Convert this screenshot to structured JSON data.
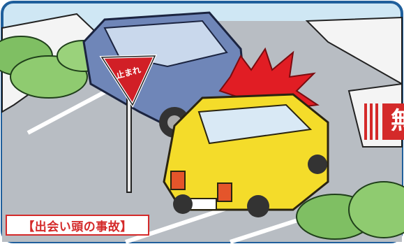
{
  "caption": "【出会い頭の事故】",
  "stop_sign_text": "止まれ",
  "banner_text": "無",
  "colors": {
    "sky": "#cfe7f4",
    "road": "#b9bec5",
    "wall": "#ffffff",
    "blue_car": "#6f86b8",
    "yellow_car": "#f4dc2a",
    "crash": "#e11d24",
    "stop_sign": "#d11f26",
    "caption_red": "#d42a2a",
    "bush": "#7fbf63"
  },
  "icons": [
    "stop-sign-icon",
    "crash-burst-icon"
  ]
}
